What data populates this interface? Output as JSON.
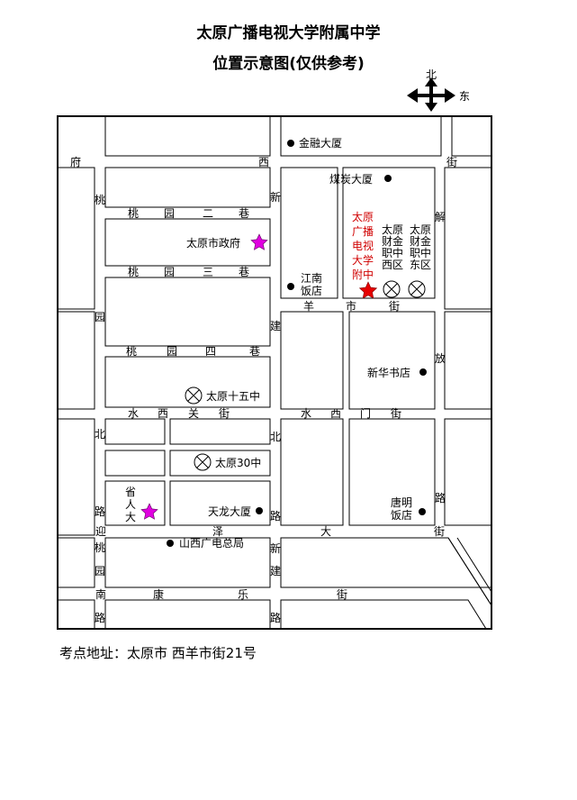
{
  "header": {
    "title": "太原广播电视大学附属中学",
    "subtitle": "位置示意图(仅供参考)"
  },
  "compass": {
    "north": "北",
    "east": "东"
  },
  "streets": {
    "fu": "府",
    "xi_fuxi": "西",
    "jie_fuxi": "街",
    "taoyuan2": [
      "桃",
      "园",
      "二",
      "巷"
    ],
    "taoyuan3": [
      "桃",
      "园",
      "三",
      "巷"
    ],
    "taoyuan4": [
      "桃",
      "园",
      "四",
      "巷"
    ],
    "shuixiguan": [
      "水",
      "西",
      "关",
      "街"
    ],
    "shuiximen": [
      "水",
      "西",
      "门",
      "街"
    ],
    "yangshi": [
      "羊",
      "市",
      "街"
    ],
    "yingze": [
      "迎",
      "泽",
      "大",
      "街"
    ],
    "nankang": [
      "南",
      "康",
      "乐",
      "街"
    ],
    "tao_left_top": "桃",
    "yuan_left": "园",
    "bei_left": "北",
    "lu_left_mid": "路",
    "tao_left_bottom": "桃",
    "yuan_left_bottom": "园",
    "lu_left_bottom": "路",
    "xin_top": "新",
    "jian_top": "建",
    "bei_mid": "北",
    "lu_mid": "路",
    "xin_bottom": "新",
    "jian_bottom": "建",
    "lu_mid_bottom": "路",
    "jie_right": "解",
    "fang_right": "放",
    "lu_right": "路"
  },
  "places": {
    "jinrong": "金融大厦",
    "meitan": "煤炭大厦",
    "school": [
      "太原",
      "广播",
      "电视",
      "大学",
      "附中"
    ],
    "caijin_west": [
      "太原",
      "财金",
      "职中",
      "西区"
    ],
    "caijin_east": [
      "太原",
      "财金",
      "职中",
      "东区"
    ],
    "govt": "太原市政府",
    "jiangnan": [
      "江南",
      "饭店"
    ],
    "xinhua": "新华书店",
    "school15": "太原十五中",
    "school30": "太原30中",
    "renda": [
      "省",
      "人",
      "大"
    ],
    "tianlong": "天龙大厦",
    "tangming": [
      "唐明",
      "饭店"
    ],
    "shanxi_tv": "山西广电总局"
  },
  "footer": {
    "address": "考点地址：太原市 西羊市街21号"
  },
  "colors": {
    "school_text": "#d00000",
    "school_star": "#e60000",
    "govt_star": "#e000e0",
    "ink": "#000000"
  }
}
